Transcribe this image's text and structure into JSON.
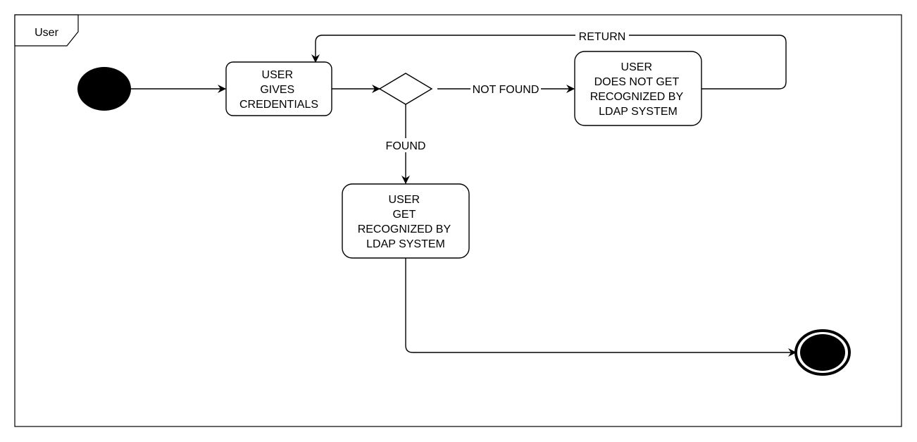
{
  "frame": {
    "title": "User"
  },
  "nodes": {
    "user_gives_credentials": {
      "lines": [
        "USER",
        "GIVES",
        "CREDENTIALS"
      ]
    },
    "user_not_recognized": {
      "lines": [
        "USER",
        "DOES NOT GET",
        "RECOGNIZED BY",
        "LDAP SYSTEM"
      ]
    },
    "user_recognized": {
      "lines": [
        "USER",
        "GET",
        "RECOGNIZED BY",
        "LDAP SYSTEM"
      ]
    }
  },
  "edges": {
    "not_found": "NOT FOUND",
    "found": "FOUND",
    "return": "RETURN"
  },
  "colors": {
    "stroke": "#000000",
    "fill": "#ffffff",
    "node_fill": "#000000"
  }
}
